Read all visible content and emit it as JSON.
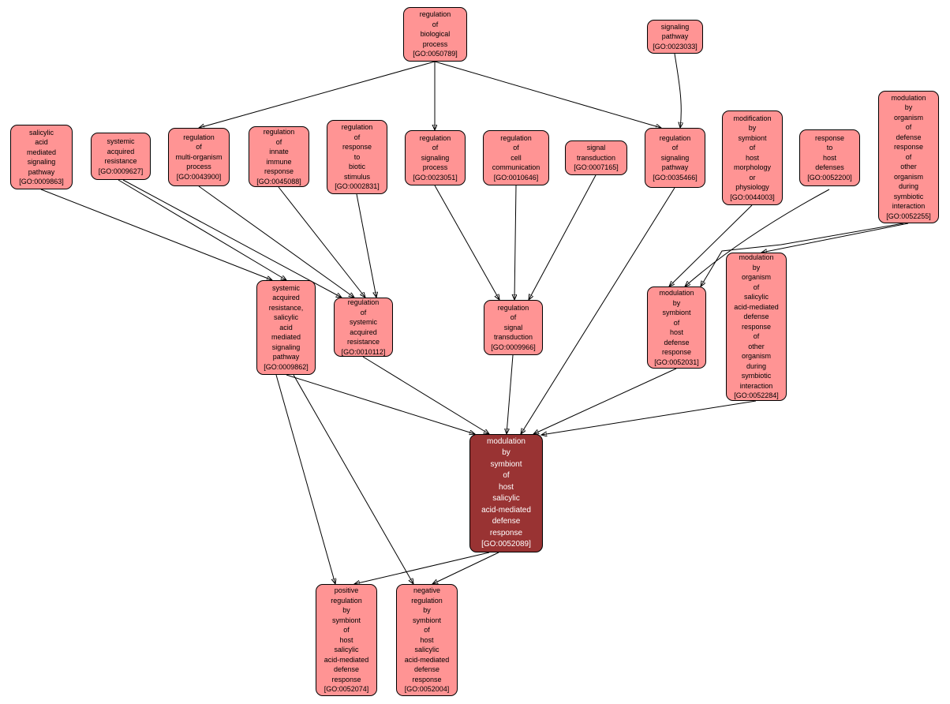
{
  "diagram": {
    "type": "go-term-ancestor-graph",
    "focus_term": "GO:0052089",
    "colors": {
      "background": "#ffffff",
      "node_fill": "#ff9494",
      "node_border": "#000000",
      "focus_node_fill": "#993333",
      "focus_node_text": "#ffffff",
      "edge": "#000000"
    }
  },
  "nodes": {
    "n0050789": {
      "go_id": "GO:0050789",
      "label": "regulation\nof\nbiological\nprocess\n[GO:0050789]"
    },
    "n0023033": {
      "go_id": "GO:0023033",
      "label": "signaling\npathway\n[GO:0023033]"
    },
    "n0009863": {
      "go_id": "GO:0009863",
      "label": "salicylic\nacid\nmediated\nsignaling\npathway\n[GO:0009863]"
    },
    "n0009627": {
      "go_id": "GO:0009627",
      "label": "systemic\nacquired\nresistance\n[GO:0009627]"
    },
    "n0043900": {
      "go_id": "GO:0043900",
      "label": "regulation\nof\nmulti-organism\nprocess\n[GO:0043900]"
    },
    "n0045088": {
      "go_id": "GO:0045088",
      "label": "regulation\nof\ninnate\nimmune\nresponse\n[GO:0045088]"
    },
    "n0002831": {
      "go_id": "GO:0002831",
      "label": "regulation\nof\nresponse\nto\nbiotic\nstimulus\n[GO:0002831]"
    },
    "n0023051": {
      "go_id": "GO:0023051",
      "label": "regulation\nof\nsignaling\nprocess\n[GO:0023051]"
    },
    "n0010646": {
      "go_id": "GO:0010646",
      "label": "regulation\nof\ncell\ncommunication\n[GO:0010646]"
    },
    "n0007165": {
      "go_id": "GO:0007165",
      "label": "signal\ntransduction\n[GO:0007165]"
    },
    "n0035466": {
      "go_id": "GO:0035466",
      "label": "regulation\nof\nsignaling\npathway\n[GO:0035466]"
    },
    "n0044003": {
      "go_id": "GO:0044003",
      "label": "modification\nby\nsymbiont\nof\nhost\nmorphology\nor\nphysiology\n[GO:0044003]"
    },
    "n0052200": {
      "go_id": "GO:0052200",
      "label": "response\nto\nhost\ndefenses\n[GO:0052200]"
    },
    "n0052255": {
      "go_id": "GO:0052255",
      "label": "modulation\nby\norganism\nof\ndefense\nresponse\nof\nother\norganism\nduring\nsymbiotic\ninteraction\n[GO:0052255]"
    },
    "n0009862": {
      "go_id": "GO:0009862",
      "label": "systemic\nacquired\nresistance,\nsalicylic\nacid\nmediated\nsignaling\npathway\n[GO:0009862]"
    },
    "n0010112": {
      "go_id": "GO:0010112",
      "label": "regulation\nof\nsystemic\nacquired\nresistance\n[GO:0010112]"
    },
    "n0009966": {
      "go_id": "GO:0009966",
      "label": "regulation\nof\nsignal\ntransduction\n[GO:0009966]"
    },
    "n0052031": {
      "go_id": "GO:0052031",
      "label": "modulation\nby\nsymbiont\nof\nhost\ndefense\nresponse\n[GO:0052031]"
    },
    "n0052284": {
      "go_id": "GO:0052284",
      "label": "modulation\nby\norganism\nof\nsalicylic\nacid-mediated\ndefense\nresponse\nof\nother\norganism\nduring\nsymbiotic\ninteraction\n[GO:0052284]"
    },
    "n0052089": {
      "go_id": "GO:0052089",
      "label": "modulation\nby\nsymbiont\nof\nhost\nsalicylic\nacid-mediated\ndefense\nresponse\n[GO:0052089]"
    },
    "n0052074": {
      "go_id": "GO:0052074",
      "label": "positive\nregulation\nby\nsymbiont\nof\nhost\nsalicylic\nacid-mediated\ndefense\nresponse\n[GO:0052074]"
    },
    "n0052004": {
      "go_id": "GO:0052004",
      "label": "negative\nregulation\nby\nsymbiont\nof\nhost\nsalicylic\nacid-mediated\ndefense\nresponse\n[GO:0052004]"
    }
  },
  "edges": [
    {
      "from": "GO:0050789",
      "to": "GO:0043900"
    },
    {
      "from": "GO:0050789",
      "to": "GO:0023051"
    },
    {
      "from": "GO:0050789",
      "to": "GO:0035466"
    },
    {
      "from": "GO:0023033",
      "to": "GO:0035466"
    },
    {
      "from": "GO:0009863",
      "to": "GO:0009862"
    },
    {
      "from": "GO:0009627",
      "to": "GO:0009862"
    },
    {
      "from": "GO:0009627",
      "to": "GO:0010112"
    },
    {
      "from": "GO:0043900",
      "to": "GO:0010112"
    },
    {
      "from": "GO:0045088",
      "to": "GO:0010112"
    },
    {
      "from": "GO:0002831",
      "to": "GO:0010112"
    },
    {
      "from": "GO:0023051",
      "to": "GO:0009966"
    },
    {
      "from": "GO:0010646",
      "to": "GO:0009966"
    },
    {
      "from": "GO:0007165",
      "to": "GO:0009966"
    },
    {
      "from": "GO:0035466",
      "to": "GO:0052089"
    },
    {
      "from": "GO:0044003",
      "to": "GO:0052031"
    },
    {
      "from": "GO:0052200",
      "to": "GO:0052031"
    },
    {
      "from": "GO:0052255",
      "to": "GO:0052031"
    },
    {
      "from": "GO:0052255",
      "to": "GO:0052284"
    },
    {
      "from": "GO:0052031",
      "to": "GO:0052089"
    },
    {
      "from": "GO:0052284",
      "to": "GO:0052089"
    },
    {
      "from": "GO:0009862",
      "to": "GO:0052089"
    },
    {
      "from": "GO:0010112",
      "to": "GO:0052089"
    },
    {
      "from": "GO:0009966",
      "to": "GO:0052089"
    },
    {
      "from": "GO:0052089",
      "to": "GO:0052074"
    },
    {
      "from": "GO:0052089",
      "to": "GO:0052004"
    },
    {
      "from": "GO:0009862",
      "to": "GO:0052074"
    },
    {
      "from": "GO:0009862",
      "to": "GO:0052004"
    }
  ]
}
